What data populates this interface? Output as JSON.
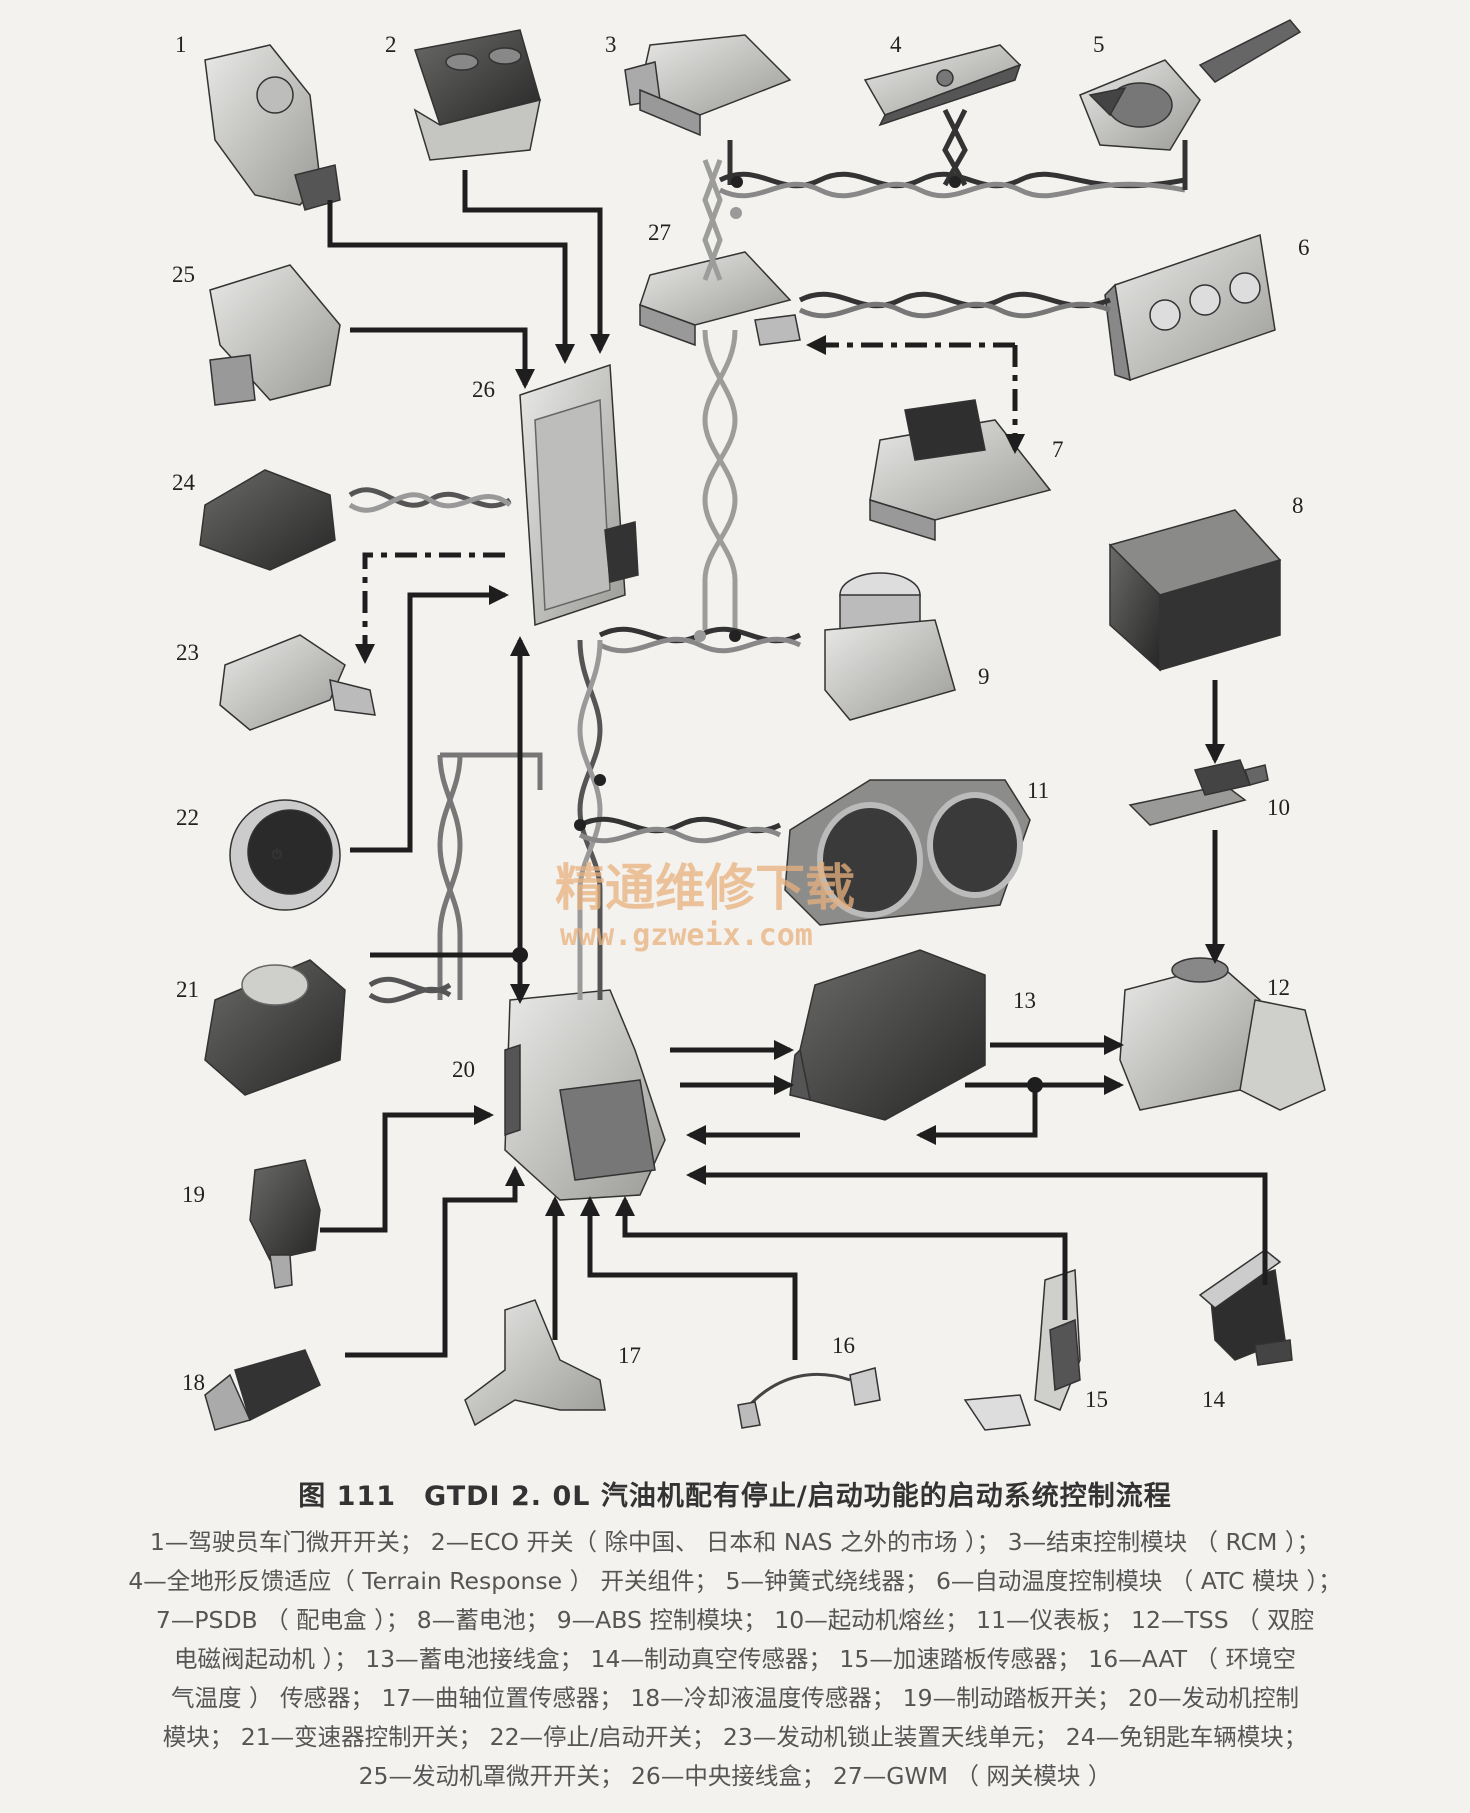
{
  "figure": {
    "title": "图 111　GTDI 2. 0L 汽油机配有停止/启动功能的启动系统控制流程",
    "watermark_cn": "精通维修下载",
    "watermark_url": "www.gzweix.com"
  },
  "components": [
    {
      "id": "1",
      "label": "1"
    },
    {
      "id": "2",
      "label": "2"
    },
    {
      "id": "3",
      "label": "3"
    },
    {
      "id": "4",
      "label": "4"
    },
    {
      "id": "5",
      "label": "5"
    },
    {
      "id": "6",
      "label": "6"
    },
    {
      "id": "7",
      "label": "7"
    },
    {
      "id": "8",
      "label": "8"
    },
    {
      "id": "9",
      "label": "9"
    },
    {
      "id": "10",
      "label": "10"
    },
    {
      "id": "11",
      "label": "11"
    },
    {
      "id": "12",
      "label": "12"
    },
    {
      "id": "13",
      "label": "13"
    },
    {
      "id": "14",
      "label": "14"
    },
    {
      "id": "15",
      "label": "15"
    },
    {
      "id": "16",
      "label": "16"
    },
    {
      "id": "17",
      "label": "17"
    },
    {
      "id": "18",
      "label": "18"
    },
    {
      "id": "19",
      "label": "19"
    },
    {
      "id": "20",
      "label": "20"
    },
    {
      "id": "21",
      "label": "21"
    },
    {
      "id": "22",
      "label": "22"
    },
    {
      "id": "23",
      "label": "23"
    },
    {
      "id": "24",
      "label": "24"
    },
    {
      "id": "25",
      "label": "25"
    },
    {
      "id": "26",
      "label": "26"
    },
    {
      "id": "27",
      "label": "27"
    }
  ],
  "legend_lines": [
    "1—驾驶员车门微开开关；  2—ECO 开关（ 除中国、 日本和 NAS 之外的市场 ）；  3—结束控制模块 （ RCM ）；",
    "4—全地形反馈适应（ Terrain Response ） 开关组件；  5—钟簧式绕线器；  6—自动温度控制模块 （ ATC 模块 ）；",
    "7—PSDB （ 配电盒 ）；  8—蓄电池；  9—ABS 控制模块；  10—起动机熔丝；  11—仪表板；  12—TSS （ 双腔",
    "电磁阀起动机 ）；  13—蓄电池接线盒；  14—制动真空传感器；  15—加速踏板传感器；  16—AAT （ 环境空",
    "气温度 ） 传感器；  17—曲轴位置传感器；  18—冷却液温度传感器；  19—制动踏板开关；  20—发动机控制",
    "模块；  21—变速器控制开关；  22—停止/启动开关；  23—发动机锁止装置天线单元；  24—免钥匙车辆模块；",
    "25—发动机罩微开开关；  26—中央接线盒；  27—GWM （ 网关模块 ）"
  ]
}
